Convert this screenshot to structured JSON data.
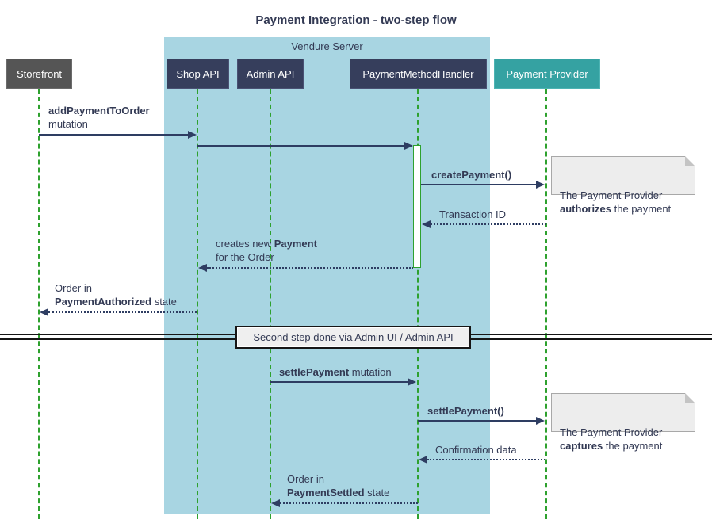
{
  "title": "Payment Integration - two-step flow",
  "frame": {
    "label": "Vendure Server"
  },
  "participants": [
    {
      "label": "Storefront"
    },
    {
      "label": "Shop API"
    },
    {
      "label": "Admin API"
    },
    {
      "label": "PaymentMethodHandler"
    },
    {
      "label": "Payment Provider"
    }
  ],
  "messages": {
    "add_payment": {
      "segments": [
        {
          "text": "addPaymentToOrder",
          "bold": true
        },
        {
          "text": "\nmutation"
        }
      ]
    },
    "create_payment": {
      "segments": [
        {
          "text": "createPayment()",
          "bold": true
        }
      ]
    },
    "transaction_id": {
      "segments": [
        {
          "text": "Transaction ID"
        }
      ]
    },
    "creates_payment": {
      "segments": [
        {
          "text": "creates new "
        },
        {
          "text": "Payment",
          "bold": true
        },
        {
          "text": "\nfor the Order"
        }
      ]
    },
    "order_authorized": {
      "segments": [
        {
          "text": "Order in\n"
        },
        {
          "text": "PaymentAuthorized",
          "bold": true
        },
        {
          "text": " state"
        }
      ]
    },
    "settle_payment_mutation": {
      "segments": [
        {
          "text": "settlePayment",
          "bold": true
        },
        {
          "text": " mutation"
        }
      ]
    },
    "settle_payment_call": {
      "segments": [
        {
          "text": "settlePayment()",
          "bold": true
        }
      ]
    },
    "confirmation_data": {
      "segments": [
        {
          "text": "Confirmation data"
        }
      ]
    },
    "order_settled": {
      "segments": [
        {
          "text": "Order in\n"
        },
        {
          "text": "PaymentSettled",
          "bold": true
        },
        {
          "text": " state"
        }
      ]
    }
  },
  "divider": {
    "label": "Second step done via Admin UI / Admin API"
  },
  "notes": {
    "authorize": {
      "segments": [
        {
          "text": "The Payment Provider\n"
        },
        {
          "text": "authorizes",
          "bold": true
        },
        {
          "text": " the payment"
        }
      ]
    },
    "capture": {
      "segments": [
        {
          "text": "The Payment Provider\n"
        },
        {
          "text": "captures",
          "bold": true
        },
        {
          "text": " the payment"
        }
      ]
    }
  },
  "colors": {
    "frame_fill": "#A8D5E2",
    "participant_navy": "#363E5C",
    "participant_gray": "#555555",
    "participant_teal": "#35A2A2",
    "lifeline_green": "#2EA12E",
    "arrow_navy": "#2E3D62",
    "text_navy": "#333A54",
    "note_fill": "#EDEDED",
    "note_border": "#A8A8A8",
    "divider_line": "#161616",
    "divider_fill": "#EFEFEF"
  }
}
